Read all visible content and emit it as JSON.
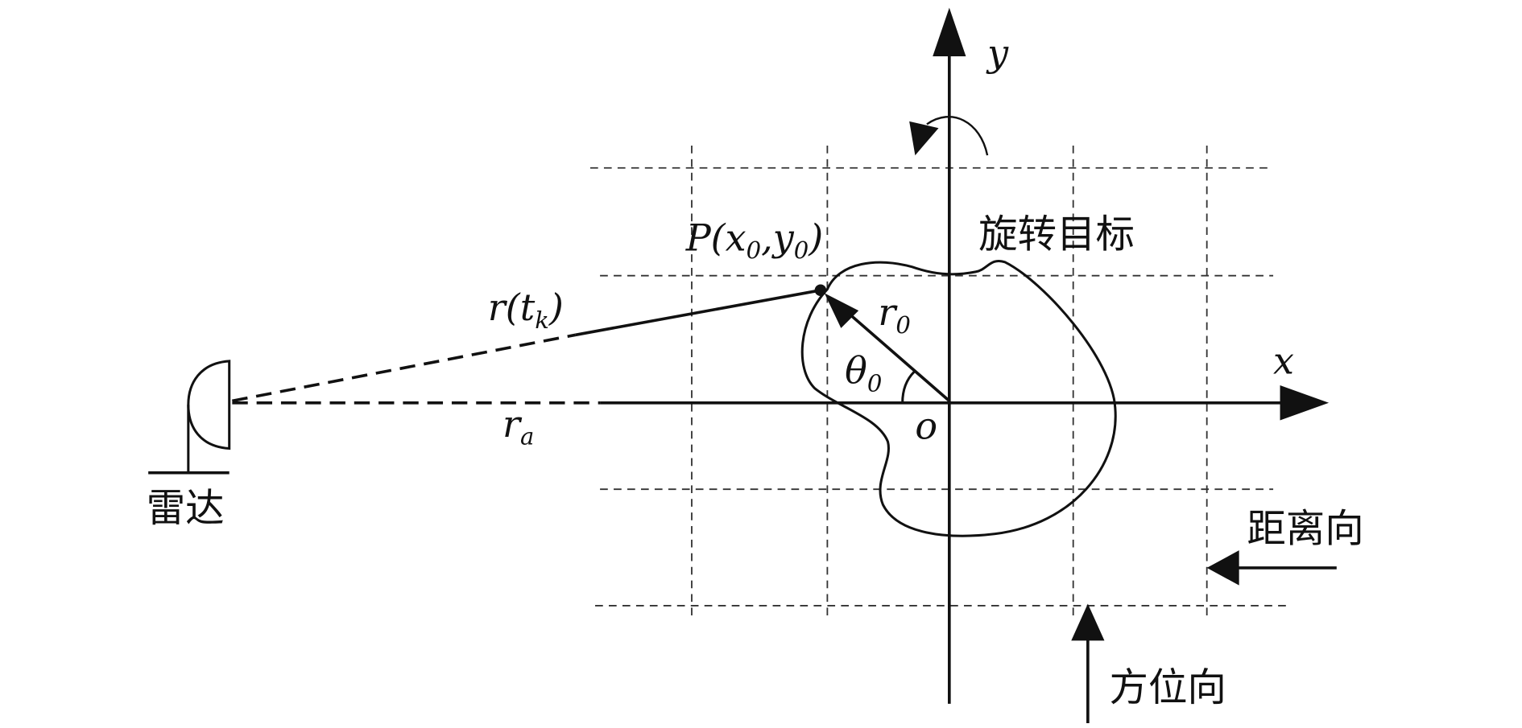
{
  "labels": {
    "y_axis": "y",
    "x_axis": "x",
    "origin": "o",
    "point_P": "P(x",
    "point_P_sub0": "0",
    "point_P_mid": ",y",
    "point_P_sub1": "0",
    "point_P_end": ")",
    "target": "旋转目标",
    "range_tk": "r(t",
    "range_tk_sub": "k",
    "range_tk_end": ")",
    "r0": "r",
    "r0_sub": "0",
    "theta0": "θ",
    "theta0_sub": "0",
    "ra": "r",
    "ra_sub": "a",
    "radar": "雷达",
    "range_direction": "距离向",
    "azimuth_direction": "方位向"
  }
}
